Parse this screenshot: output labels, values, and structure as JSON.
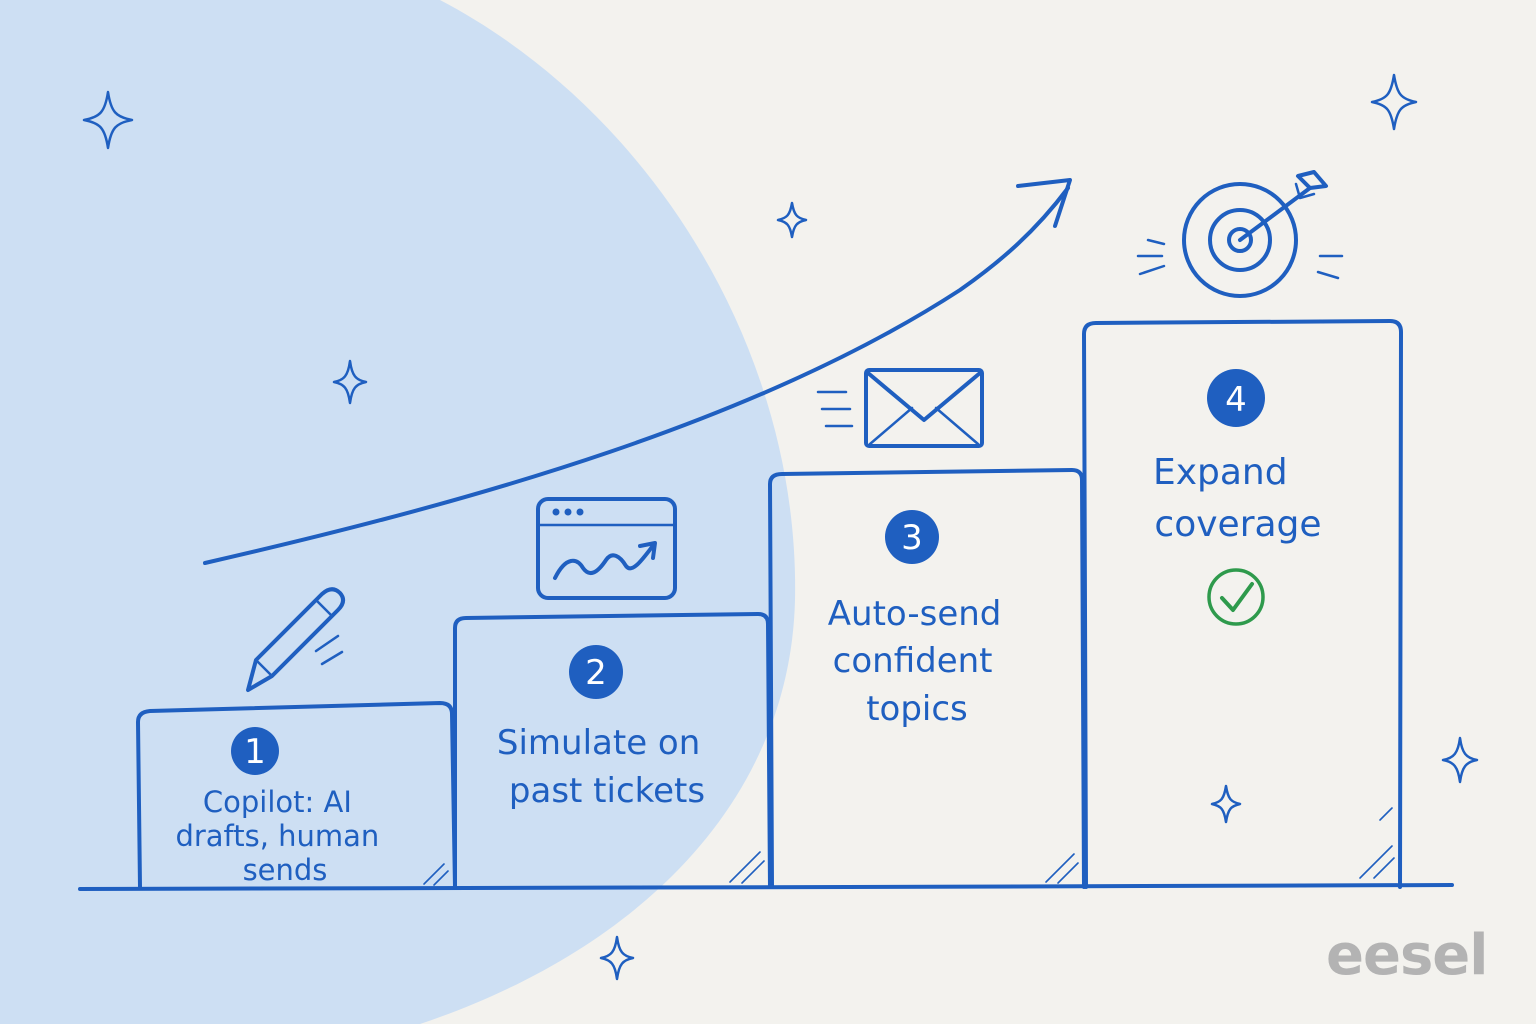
{
  "steps": [
    {
      "number": "1",
      "label_lines": [
        "Copilot: AI",
        "drafts, human",
        "sends"
      ],
      "icon": "pencil-icon"
    },
    {
      "number": "2",
      "label_lines": [
        "Simulate on",
        "past tickets"
      ],
      "icon": "browser-chart-icon"
    },
    {
      "number": "3",
      "label_lines": [
        "Auto-send",
        "confident",
        "topics"
      ],
      "icon": "envelope-icon"
    },
    {
      "number": "4",
      "label_lines": [
        "Expand",
        "coverage"
      ],
      "icon": "target-icon"
    }
  ],
  "check_icon": "check-circle-icon",
  "brand": "eesel",
  "colors": {
    "ink": "#1f5fc0",
    "background": "#f3f2ee",
    "blob": "#cddff3",
    "check": "#2e9a4c",
    "brand": "#b3b3b3"
  }
}
